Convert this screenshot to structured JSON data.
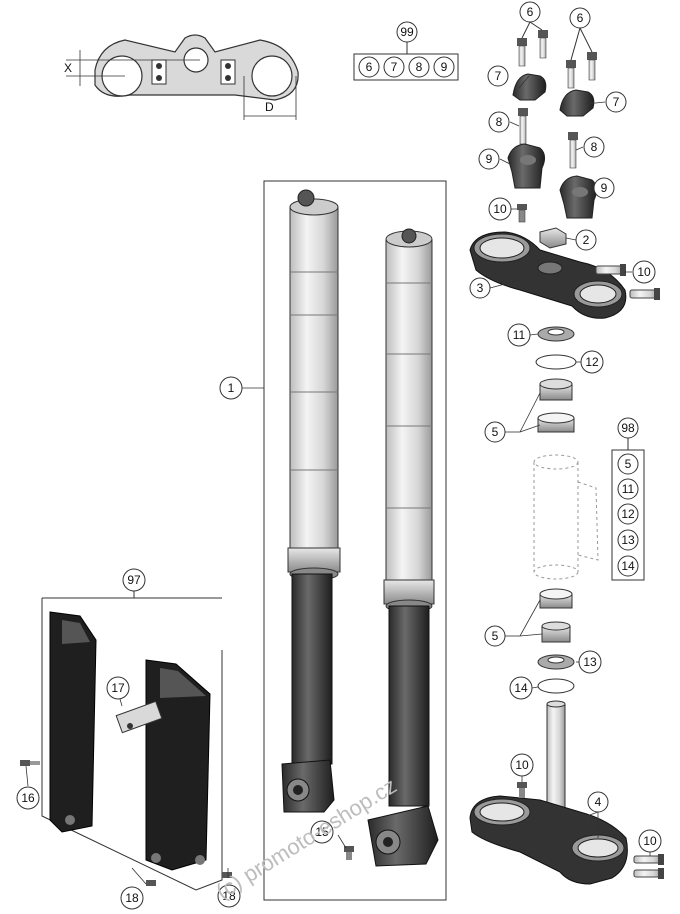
{
  "dimension_labels": {
    "x": "X",
    "d": "D"
  },
  "callouts": {
    "c1": "1",
    "c2": "2",
    "c3": "3",
    "c4": "4",
    "c5a": "5",
    "c5b": "5",
    "c6a": "6",
    "c6b": "6",
    "c7a": "7",
    "c7b": "7",
    "c8a": "8",
    "c8b": "8",
    "c9a": "9",
    "c9b": "9",
    "c10a": "10",
    "c10b": "10",
    "c10c": "10",
    "c10d": "10",
    "c11": "11",
    "c12": "12",
    "c13": "13",
    "c14": "14",
    "c15": "15",
    "c16": "16",
    "c17": "17",
    "c18a": "18",
    "c18b": "18",
    "c97": "97"
  },
  "kit_99": {
    "label": "99",
    "items": [
      "6",
      "7",
      "8",
      "9"
    ]
  },
  "kit_98": {
    "label": "98",
    "items": [
      "5",
      "11",
      "12",
      "13",
      "14"
    ]
  },
  "watermark": "(c) promoto-eshop.cz"
}
